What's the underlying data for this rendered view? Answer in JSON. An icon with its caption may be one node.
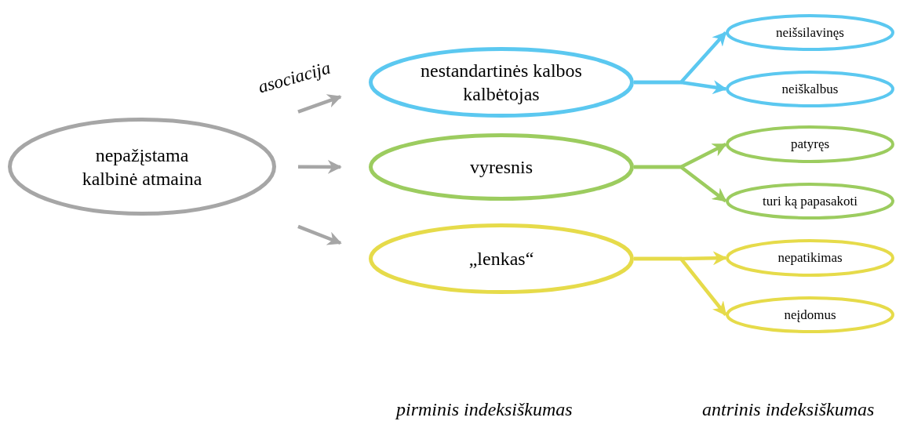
{
  "diagram": {
    "nodes": [
      {
        "text": [
          "nepažįstama kalbinė atmaina"
        ]
      },
      {
        "text": [
          "nestandartinės kalbos kalbėtojas"
        ]
      },
      {
        "text": [
          "vyresnis"
        ]
      },
      {
        "text": [
          "„lenkas“"
        ]
      },
      {
        "text": [
          "neišsilavinęs"
        ]
      },
      {
        "text": [
          "neiškalbus"
        ]
      },
      {
        "text": [
          "patyręs"
        ]
      },
      {
        "text": [
          "turi ką papasakoti"
        ]
      },
      {
        "text": [
          "nepatikimas"
        ]
      },
      {
        "text": [
          "neįdomus"
        ]
      }
    ],
    "edges": [
      {
        "from": 0,
        "to": 1,
        "arrow": "to",
        "label": "asociacija",
        "color": "#a6a6a6"
      },
      {
        "from": 0,
        "to": 2,
        "arrow": "to",
        "color": "#a6a6a6"
      },
      {
        "from": 0,
        "to": 3,
        "arrow": "to",
        "color": "#a6a6a6"
      },
      {
        "from": 1,
        "to": 4,
        "arrow": "to",
        "color": "#5bc8f0"
      },
      {
        "from": 1,
        "to": 5,
        "arrow": "to",
        "color": "#5bc8f0"
      },
      {
        "from": 2,
        "to": 6,
        "arrow": "to",
        "color": "#9ccc5f"
      },
      {
        "from": 2,
        "to": 7,
        "arrow": "to",
        "color": "#9ccc5f"
      },
      {
        "from": 3,
        "to": 8,
        "arrow": "to",
        "color": "#e6db4a"
      },
      {
        "from": 3,
        "to": 9,
        "arrow": "to",
        "color": "#e6db4a"
      }
    ],
    "labels": [
      "pirminis indeksiškumas",
      "antrinis indeksiškumas"
    ]
  }
}
